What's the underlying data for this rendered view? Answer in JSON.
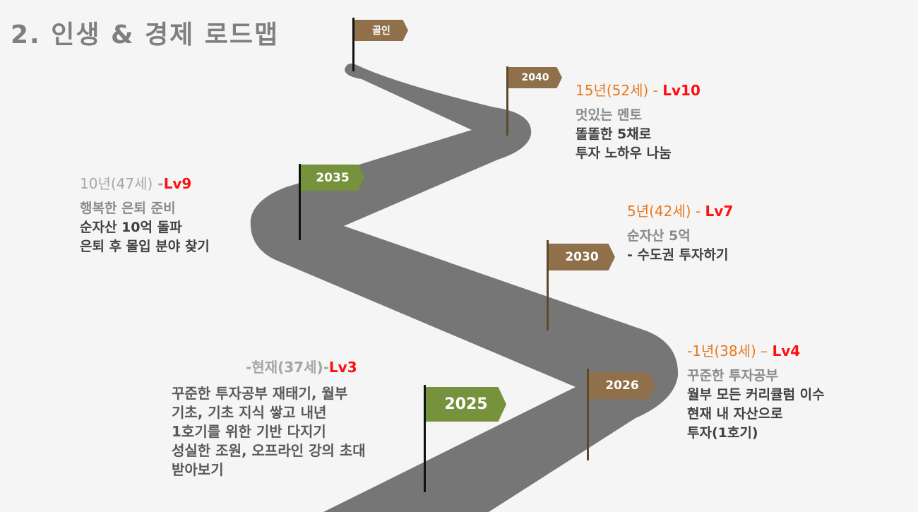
{
  "title": "2. 인생 & 경제 로드맵",
  "flags": {
    "goal": "골인",
    "y2040": "2040",
    "y2035": "2035",
    "y2030": "2030",
    "y2026": "2026",
    "y2025": "2025"
  },
  "m2040": {
    "period": "15년(52세)",
    "sep": " - ",
    "level": "Lv10",
    "lines": [
      "멋있는 멘토",
      "똘똘한 5채로",
      "투자 노하우 나눔"
    ]
  },
  "m2035": {
    "period": "10년(47세)",
    "sep": " -",
    "level": "Lv9",
    "lines": [
      "행복한 은퇴 준비",
      "순자산 10억 돌파",
      "은퇴 후 몰입 분야 찾기"
    ]
  },
  "m2030": {
    "period": "5년(42세)",
    "sep": " - ",
    "level": "Lv7",
    "lines": [
      "순자산 5억",
      "- 수도권 투자하기"
    ]
  },
  "m2026": {
    "period": "-1년(38세)",
    "sep": " – ",
    "level": "Lv4",
    "lines": [
      "꾸준한 투자공부",
      "월부 모든 커리큘럼 이수",
      "현재 내 자산으로",
      "투자(1호기)"
    ]
  },
  "m2025": {
    "period": "-현재(37세)-",
    "level": "Lv3",
    "lines": [
      "꾸준한 투자공부 재태기, 월부",
      "기초, 기초 지식 쌓고 내년",
      "1호기를 위한 기반 다지기",
      "성실한 조원, 오프라인 강의 초대",
      "받아보기"
    ]
  }
}
